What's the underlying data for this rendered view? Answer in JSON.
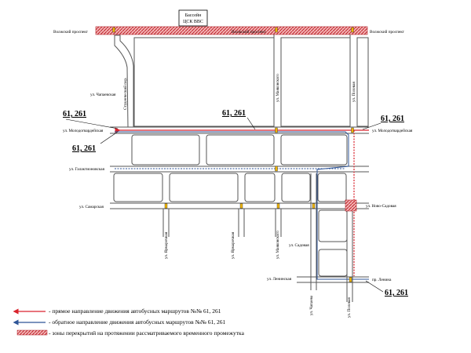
{
  "map": {
    "landmark_line1": "Бассейн",
    "landmark_line2": "ЦСК ВВС",
    "streets": {
      "volzhsky_left": "Волжский проспект",
      "volzhsky_center": "Волжский проспект",
      "volzhsky_right": "Волжский проспект",
      "chapaevskaya": "ул. Чапаевская",
      "studencheskiy": "Студенческий пер.",
      "mayakovskogo_top": "ул. Маяковского",
      "polevaya_top": "ул. Полевая",
      "molodogvardeyskaya_left": "ул. Молодогвардейская",
      "molodogvardeyskaya_right": "ул. Молодогвардейская",
      "galaktionovskaya": "ул. Галактионовская",
      "samarskaya": "ул. Самарская",
      "novo_sadovaya": "ул. Ново-Садовая",
      "yarmarochnaya_1": "ул. Ярмарочная",
      "yarmarochnaya_2": "ул. Ярмарочная",
      "mayakovskogo_bottom": "ул. Маяковского",
      "sadovaya": "ул. Садовая",
      "leninskaya": "ул. Ленинская",
      "lenina": "пр. Ленина",
      "chapaeva": "ул. Чапаева",
      "polevaya_bottom": "ул. Полевая"
    },
    "route_labels": {
      "top_left": "61, 261",
      "below_left": "61, 261",
      "center": "61, 261",
      "top_right": "61, 261",
      "bottom_right": "61, 261"
    },
    "colors": {
      "forward_route": "#d9232d",
      "reverse_route": "#2f5597",
      "closure_zone": "#e35a5a",
      "traffic_light_body": "#f0b400"
    }
  },
  "legend": {
    "forward": "- прямое направление движения автобусных маршрутов №№ 61, 261",
    "reverse": "- обратное направление движения автобусных маршрутов №№ 61, 261",
    "closure": "- зоны перекрытий на протяжении рассматриваемого временного промежутка"
  }
}
